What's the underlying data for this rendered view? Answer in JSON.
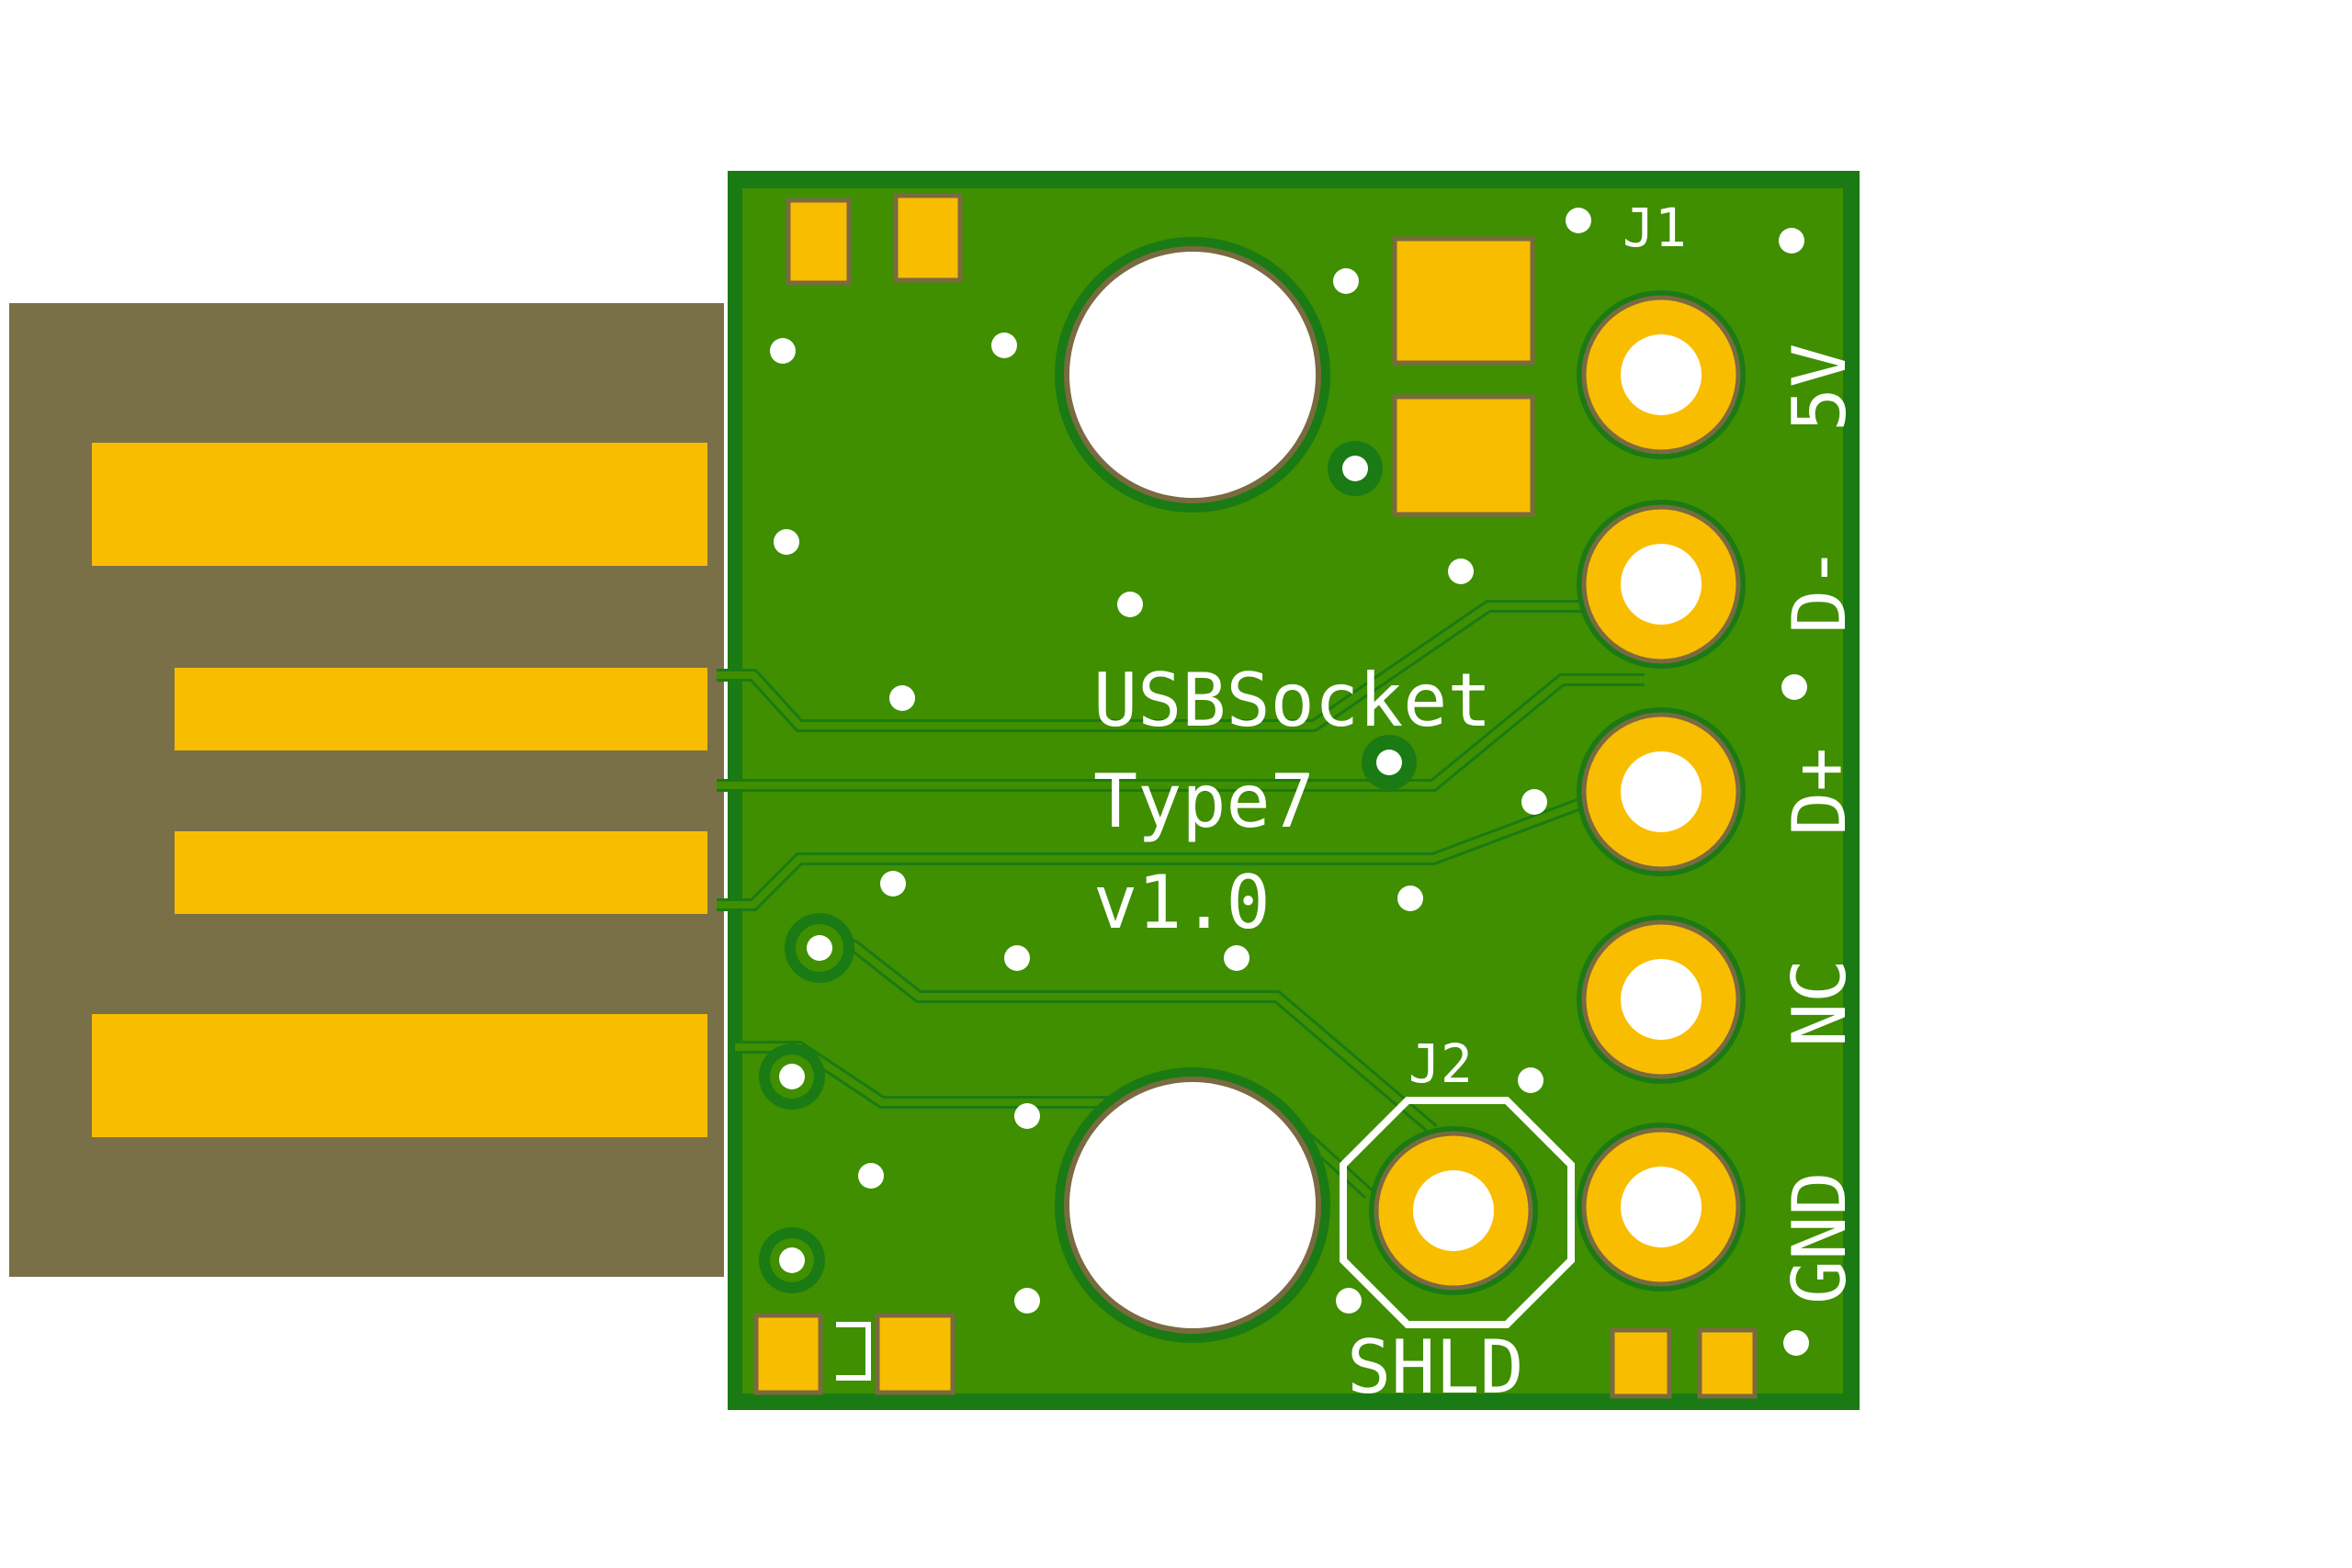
{
  "pcb": {
    "colors": {
      "background": "#ffffff",
      "connector_body": "#7a7048",
      "board_outline": "#ffffff",
      "copper_fill": "#1a7a14",
      "copper_inner": "#3f8f00",
      "pad": "#f9bd00",
      "pad_outline": "#7a6a40",
      "hole": "#ffffff",
      "silkscreen": "#ffffff"
    },
    "labels": {
      "ref_j1": "J1",
      "ref_j2": "J2",
      "title_line1": "USBSocket",
      "title_line2": "Type7",
      "version": "v1.0",
      "pin_5v": "5V",
      "pin_dminus": "D-",
      "pin_dplus": "D+",
      "pin_nc": "NC",
      "pin_gnd": "GND",
      "shield": "SHLD"
    }
  }
}
